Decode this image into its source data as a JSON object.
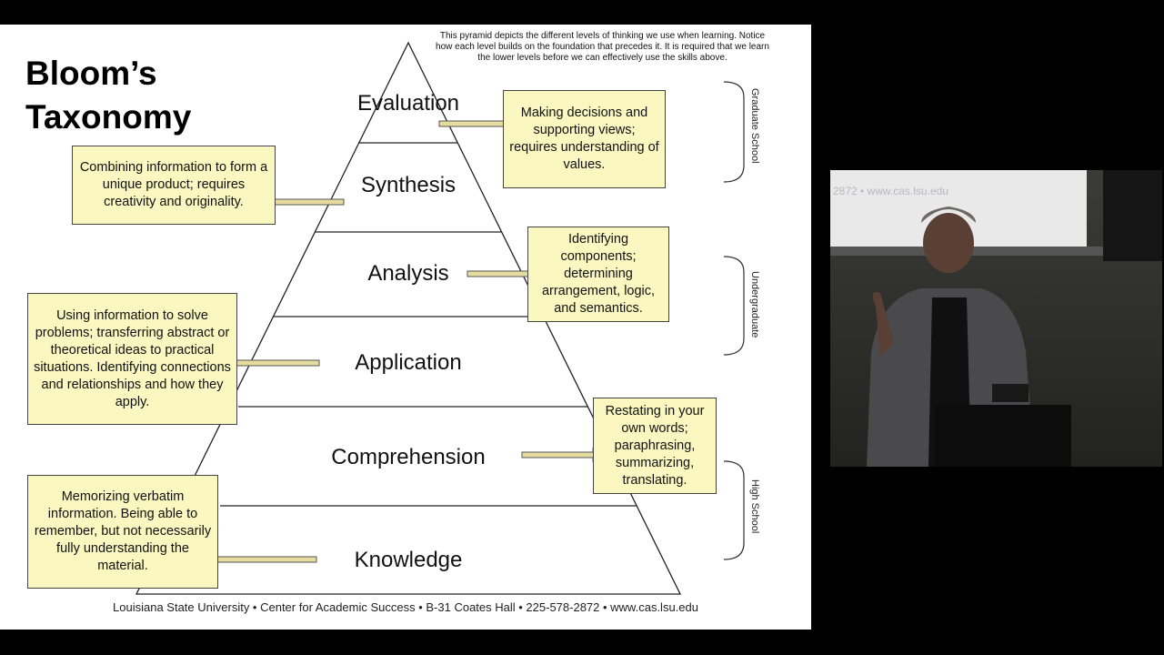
{
  "slide": {
    "title": "Bloom’s\nTaxonomy",
    "note": "This pyramid depicts the different levels of thinking we use when learning. Notice how  each level builds on the foundation that precedes it.  It is required that we learn the lower levels before we can effectively use the skills above.",
    "levels": [
      "Evaluation",
      "Synthesis",
      "Analysis",
      "Application",
      "Comprehension",
      "Knowledge"
    ],
    "boxes": {
      "evaluation": "Making decisions and supporting views; requires understanding of values.",
      "synthesis": "Combining information to form a unique product; requires creativity and originality.",
      "analysis": "Identifying components; determining arrangement, logic, and semantics.",
      "application": "Using information to solve problems; transferring abstract or theoretical ideas to practical situations. Identifying connections and relationships and how they apply.",
      "comprehension": "Restating in your own words; paraphrasing, summarizing, translating.",
      "knowledge": "Memorizing verbatim information. Being able to remember, but not necessarily fully understanding the material."
    },
    "brackets": [
      "Graduate School",
      "Undergraduate",
      "High School"
    ],
    "footer": "Louisiana State University • Center for Academic Success • B-31 Coates Hall • 225-578-2872 • www.cas.lsu.edu"
  },
  "video": {
    "screen_text": "2872 • www.cas.lsu.edu"
  },
  "colors": {
    "box_fill": "#fbf7c0",
    "arrow_fill": "#e6dca0",
    "background": "#000000"
  }
}
